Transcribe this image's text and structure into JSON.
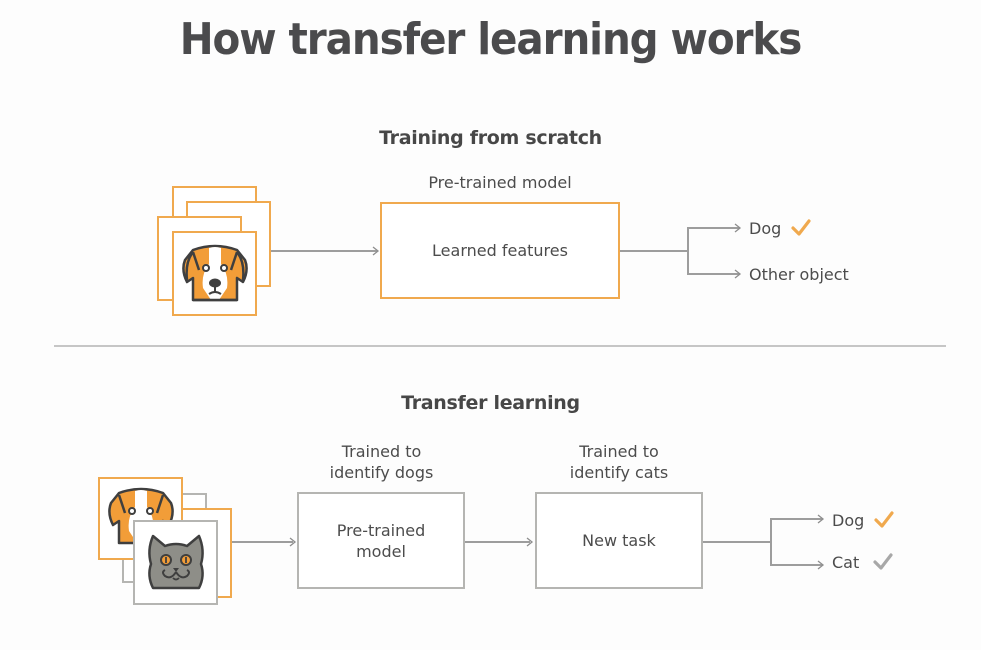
{
  "title": "How transfer learning works",
  "colors": {
    "accent_orange": "#f0a94e",
    "gray_border": "#b5b5b2",
    "text": "#4b4b4d",
    "check_gray": "#a8a8a8"
  },
  "scratch": {
    "heading": "Training from scratch",
    "model_caption": "Pre-trained model",
    "model_box": "Learned features",
    "input_icon": "dog-face-icon",
    "outputs": [
      {
        "label": "Dog",
        "check": "orange-check-icon"
      },
      {
        "label": "Other object",
        "check": null
      }
    ]
  },
  "transfer": {
    "heading": "Transfer learning",
    "input_icons": [
      "dog-face-icon",
      "cat-face-icon"
    ],
    "stage1": {
      "caption_line1": "Trained to",
      "caption_line2": "identify dogs",
      "box_line1": "Pre-trained",
      "box_line2": "model"
    },
    "stage2": {
      "caption_line1": "Trained to",
      "caption_line2": "identify cats",
      "box": "New task"
    },
    "outputs": [
      {
        "label": "Dog",
        "check": "orange-check-icon"
      },
      {
        "label": "Cat",
        "check": "gray-check-icon"
      }
    ]
  }
}
